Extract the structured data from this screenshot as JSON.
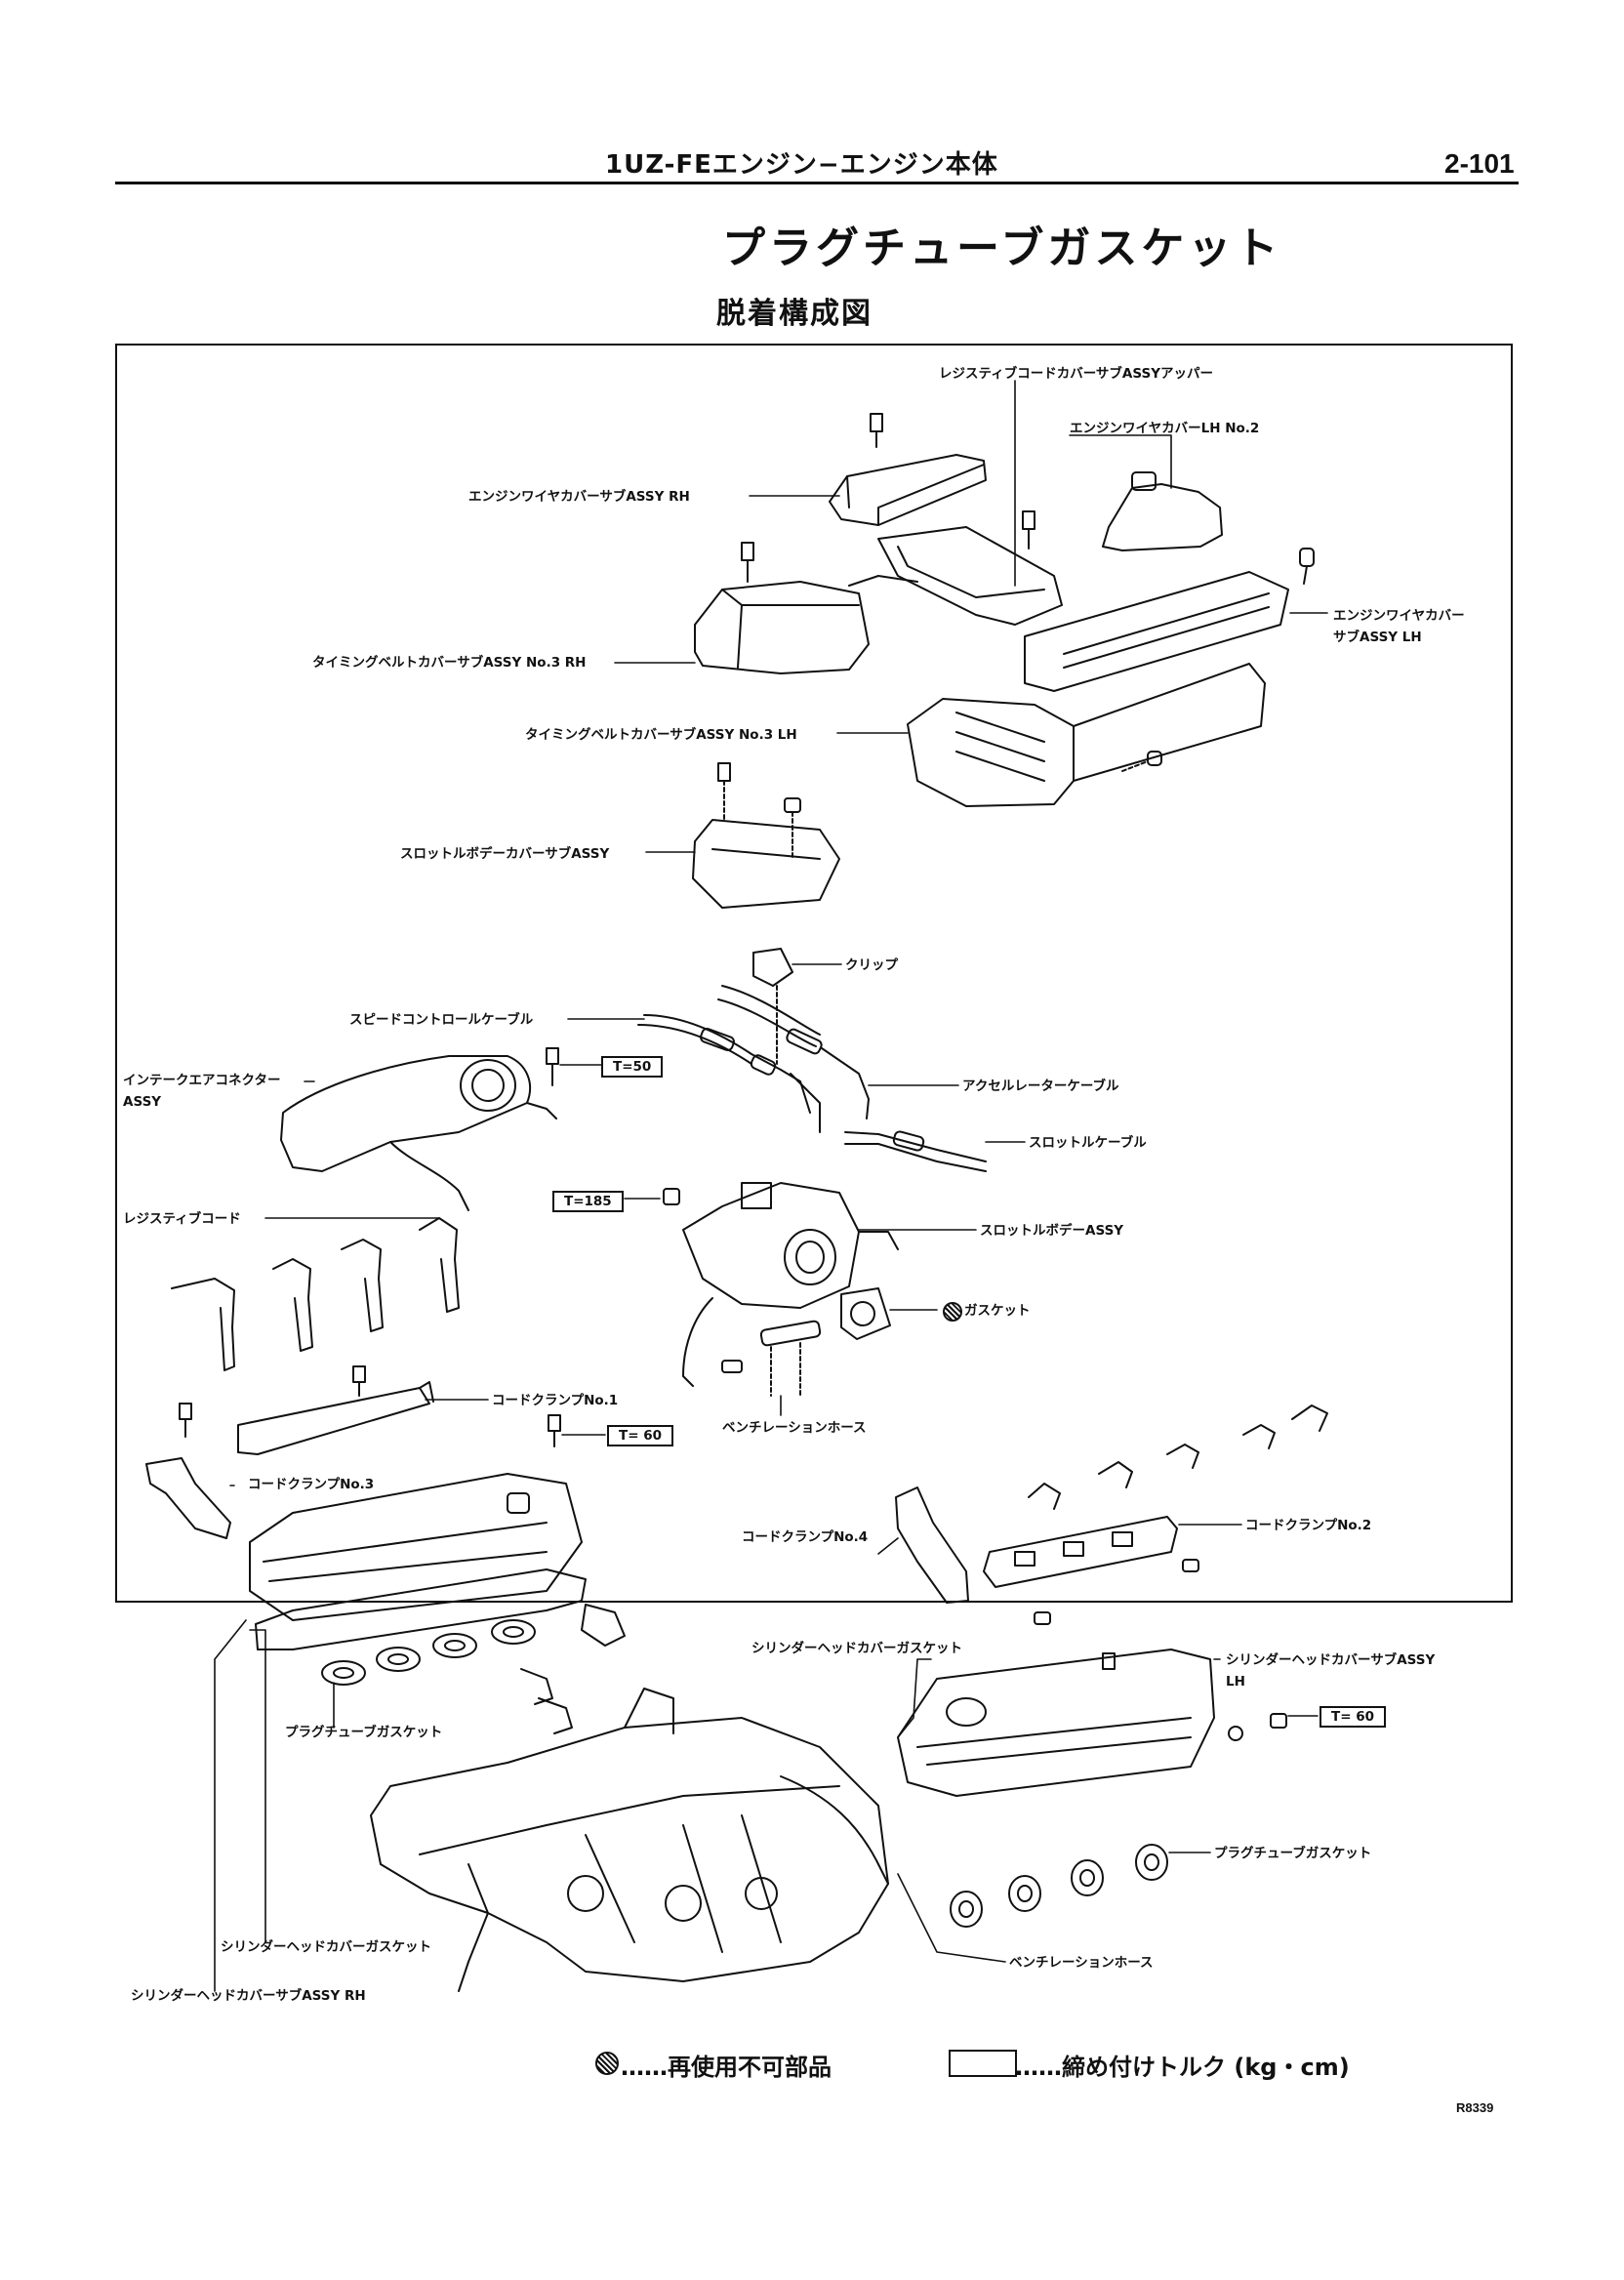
{
  "header": {
    "section_title": "1UZ-FEエンジン−エンジン本体",
    "page_number": "2-101"
  },
  "title": "プラグチューブガスケット",
  "subtitle": "脱着構成図",
  "labels": {
    "resistive_cord_cover_upper": "レジスティブコードカバーサブASSYアッパー",
    "engine_wire_cover_lh_no2": "エンジンワイヤカバーLH No.2",
    "engine_wire_cover_rh": "エンジンワイヤカバーサブASSY RH",
    "engine_wire_cover_lh_line1": "エンジンワイヤカバー",
    "engine_wire_cover_lh_line2": "サブASSY LH",
    "timing_belt_cover_no3_rh": "タイミングベルトカバーサブASSY No.3 RH",
    "timing_belt_cover_no3_lh": "タイミングベルトカバーサブASSY No.3 LH",
    "throttle_body_cover": "スロットルボデーカバーサブASSY",
    "clip": "クリップ",
    "speed_control_cable": "スピードコントロールケーブル",
    "intake_air_connector_line1": "インテークエアコネクター",
    "intake_air_connector_line2": "ASSY",
    "accelerator_cable": "アクセルレーターケーブル",
    "throttle_cable": "スロットルケーブル",
    "resistive_cord": "レジスティブコード",
    "throttle_body": "スロットルボデーASSY",
    "gasket": "ガスケット",
    "cord_clamp_no1": "コードクランプNo.1",
    "ventilation_hose_top": "ベンチレーションホース",
    "cord_clamp_no3": "コードクランプNo.3",
    "cord_clamp_no4": "コードクランプNo.4",
    "cord_clamp_no2": "コードクランプNo.2",
    "cyl_head_cover_gasket_right": "シリンダーヘッドカバーガスケット",
    "cyl_head_cover_lh_line1": "シリンダーヘッドカバーサブASSY",
    "cyl_head_cover_lh_line2": "LH",
    "plug_tube_gasket_left": "プラグチューブガスケット",
    "plug_tube_gasket_right": "プラグチューブガスケット",
    "ventilation_hose_bottom": "ベンチレーションホース",
    "cyl_head_cover_gasket_left": "シリンダーヘッドカバーガスケット",
    "cyl_head_cover_rh": "シリンダーヘッドカバーサブASSY RH"
  },
  "torque": {
    "t50": "T=50",
    "t185": "T=185",
    "t60_center": "T= 60",
    "t60_right": "T= 60"
  },
  "legend": {
    "non_reusable": "……再使用不可部品",
    "tightening_torque": "……締め付けトルク (kg・cm)"
  },
  "figure_code": "R8339"
}
